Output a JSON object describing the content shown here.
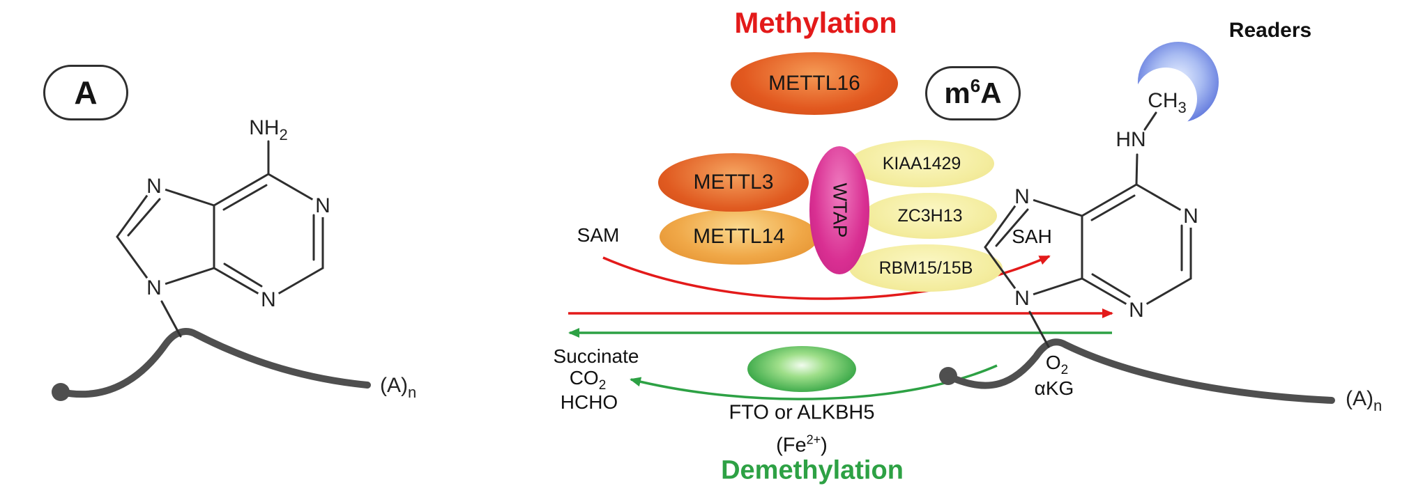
{
  "titles": {
    "methylation": "Methylation",
    "demethylation": "Demethylation"
  },
  "writers": {
    "mettl16": "METTL16",
    "mettl3": "METTL3",
    "mettl14": "METTL14",
    "wtap": "WTAP",
    "kiaa1429": "KIAA1429",
    "zc3h13": "ZC3H13",
    "rbm15": "RBM15/15B"
  },
  "eraser": {
    "enzymes": "FTO or ALKBH5",
    "fe_prefix": "(Fe",
    "fe_sup": "2+",
    "fe_suffix": ")"
  },
  "cofactors": {
    "sam": "SAM",
    "sah": "SAH",
    "succinate": "Succinate",
    "co2_main": "CO",
    "co2_sub": "2",
    "hcho": "HCHO",
    "o2_main": "O",
    "o2_sub": "2",
    "akg": "αKG"
  },
  "labels": {
    "readers": "Readers",
    "nitrogen": "N"
  },
  "left_molecule": {
    "badge": "A",
    "amine_main": "NH",
    "amine_sub": "2",
    "polya_main": "(A)",
    "polya_sub": "n"
  },
  "right_molecule": {
    "badge_prefix": "m",
    "badge_sup": "6",
    "badge_suffix": "A",
    "hn": "HN",
    "methyl_main": "CH",
    "methyl_sub": "3",
    "polya_main": "(A)",
    "polya_sub": "n"
  },
  "colors": {
    "methylation_red": "#e31a1a",
    "demethylation_green": "#2da144",
    "methyl_group_red": "#e02020",
    "reader_blue": "#4a63d6",
    "strand_gray": "#4f4f4f",
    "wtap_magenta": "#d92f92",
    "complex_yellow": "#f4eda0"
  }
}
